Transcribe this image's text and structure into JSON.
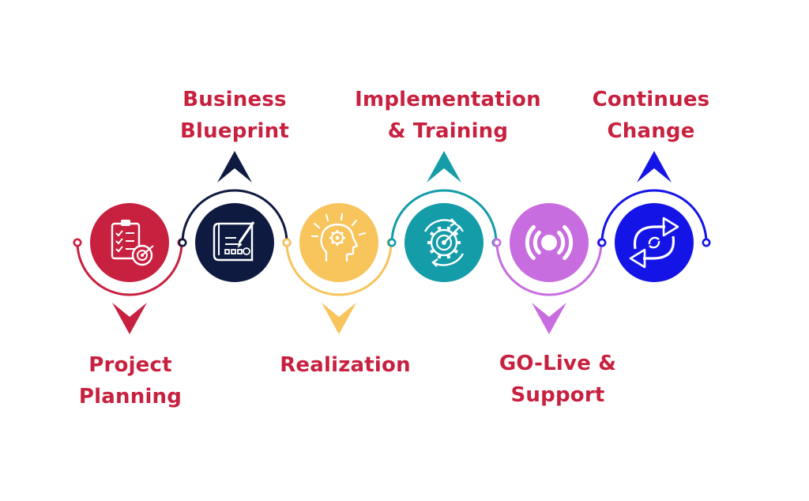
{
  "diagram": {
    "label_color": "#c8203f",
    "steps": [
      {
        "line1": "Project",
        "line2": "Planning",
        "color": "#c8203f",
        "arc": "bottom",
        "icon": "checklist-target-icon"
      },
      {
        "line1": "Business",
        "line2": "Blueprint",
        "color": "#0f1a40",
        "arc": "top",
        "icon": "blueprint-pen-icon"
      },
      {
        "line1": "Realization",
        "line2": "",
        "color": "#f8c45c",
        "arc": "bottom",
        "icon": "head-gear-idea-icon"
      },
      {
        "line1": "Implementation",
        "line2": "& Training",
        "color": "#149ca8",
        "arc": "top",
        "icon": "gear-target-cycle-icon"
      },
      {
        "line1": "GO-Live &",
        "line2": "Support",
        "color": "#c86ddf",
        "arc": "bottom",
        "icon": "broadcast-signal-icon"
      },
      {
        "line1": "Continues",
        "line2": "Change",
        "color": "#1414e6",
        "arc": "top",
        "icon": "refresh-cycle-icon"
      }
    ]
  }
}
